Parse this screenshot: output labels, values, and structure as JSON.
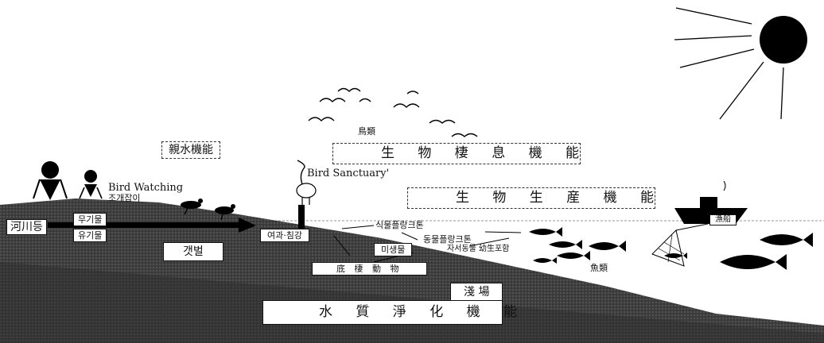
{
  "labels": {
    "birds": "鳥類",
    "water_affinity": "親水機能",
    "habitat_function": "生 物 棲 息 機 能",
    "production_function": "生 物 生 産 機 能",
    "bird_watching": "Bird Watching",
    "clam_digging": "조개잡이",
    "bird_sanctuary": "Bird Sanctuary'",
    "rivers": "河川등",
    "inorganic": "무기물",
    "organic": "유기물",
    "tidal_flat": "갯벌",
    "filter_settle": "여과·침강",
    "microbes": "미생물",
    "benthos": "底 棲 動 物",
    "phytoplankton": "식물플랑크톤",
    "zooplankton": "동물플랑크톤",
    "zooplankton_note": "자서동물 幼生포함",
    "fish": "魚類",
    "fishing_boat": "漁船",
    "shallows": "淺 場",
    "water_purification": "水 質 淨 化 機 能"
  },
  "colors": {
    "ground": "#3a3a3a",
    "ground_light": "#5a5a5a",
    "ink": "#111111",
    "paper": "#ffffff"
  }
}
